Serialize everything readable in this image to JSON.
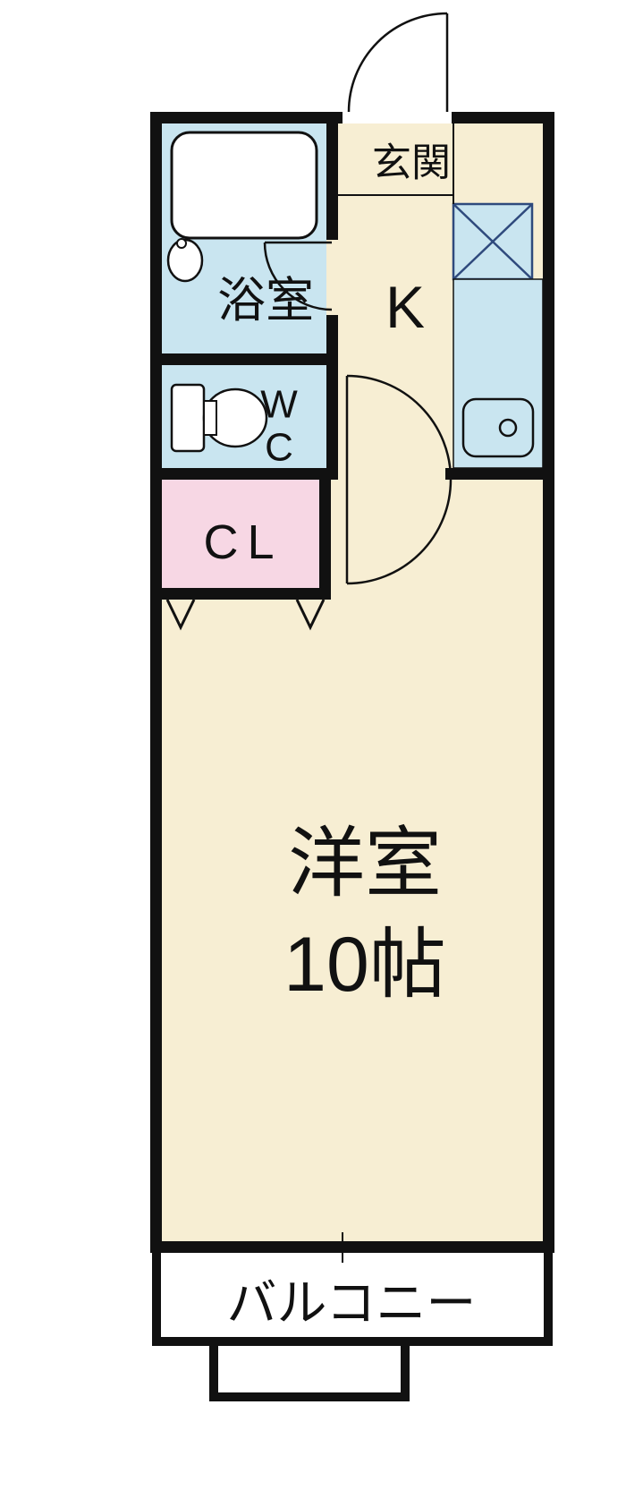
{
  "colors": {
    "floor_cream": "#F7EED3",
    "wet_area_blue": "#C9E5F0",
    "closet_pink": "#F7D7E4",
    "balcony_white": "#FFFFFF",
    "wall_black": "#111111",
    "fixture_blue": "#2F4A7D",
    "text_black": "#111111"
  },
  "rooms": {
    "genkan": {
      "label": "玄関"
    },
    "kitchen": {
      "label": "K"
    },
    "bathroom": {
      "label": "浴室"
    },
    "toilet": {
      "label_top": "W",
      "label_bottom": "C"
    },
    "closet": {
      "label": "CL"
    },
    "main_room": {
      "label_name": "洋室",
      "label_size": "10帖"
    },
    "balcony": {
      "label": "バルコニー"
    }
  }
}
